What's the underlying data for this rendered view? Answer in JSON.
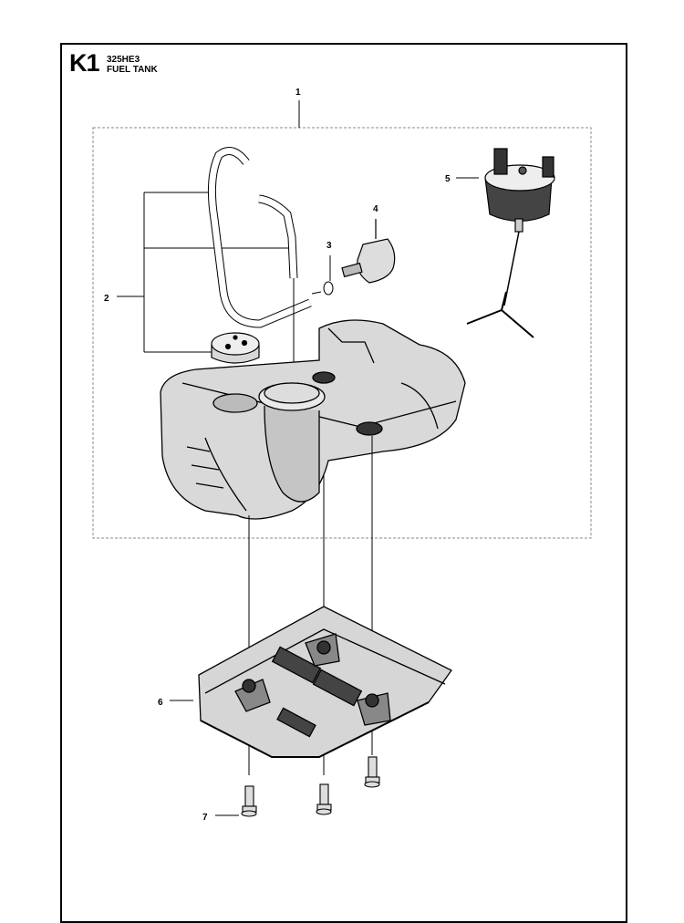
{
  "header": {
    "section_code": "K1",
    "model": "325HE3",
    "title": "FUEL TANK"
  },
  "callouts": [
    {
      "id": "callout-1",
      "label": "1"
    },
    {
      "id": "callout-2",
      "label": "2"
    },
    {
      "id": "callout-3",
      "label": "3"
    },
    {
      "id": "callout-4",
      "label": "4"
    },
    {
      "id": "callout-5",
      "label": "5"
    },
    {
      "id": "callout-6",
      "label": "6"
    },
    {
      "id": "callout-7",
      "label": "7"
    }
  ]
}
